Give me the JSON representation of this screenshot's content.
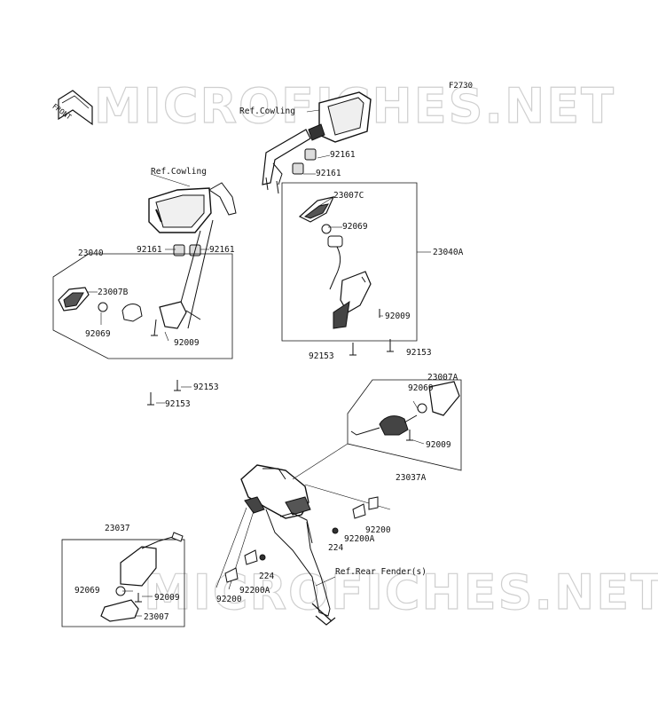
{
  "diagram": {
    "code": "F2730",
    "front_label": "FRONT",
    "watermark": "MICROFICHES.NET",
    "refs": {
      "cowling_top": "Ref.Cowling",
      "cowling_left": "Ref.Cowling",
      "rear_fender": "Ref.Rear Fender(s)"
    },
    "parts": {
      "p92161_a": "92161",
      "p92161_b": "92161",
      "p23007C": "23007C",
      "p92069_a": "92069",
      "p23040A": "23040A",
      "p92009_a": "92009",
      "p92153_a": "92153",
      "p92153_b": "92153",
      "p23040": "23040",
      "p92161_c": "92161",
      "p92161_d": "92161",
      "p23007B": "23007B",
      "p92069_b": "92069",
      "p92009_b": "92009",
      "p92153_c": "92153",
      "p92153_d": "92153",
      "p23007A": "23007A",
      "p92069_c": "92069",
      "p92009_c": "92009",
      "p23037A": "23037A",
      "p92200_a": "92200",
      "p92200A_a": "92200A",
      "p224_a": "224",
      "p224_b": "224",
      "p92200A_b": "92200A",
      "p92200_b": "92200",
      "p23037": "23037",
      "p92069_d": "92069",
      "p92009_d": "92009",
      "p23007": "23007"
    }
  }
}
